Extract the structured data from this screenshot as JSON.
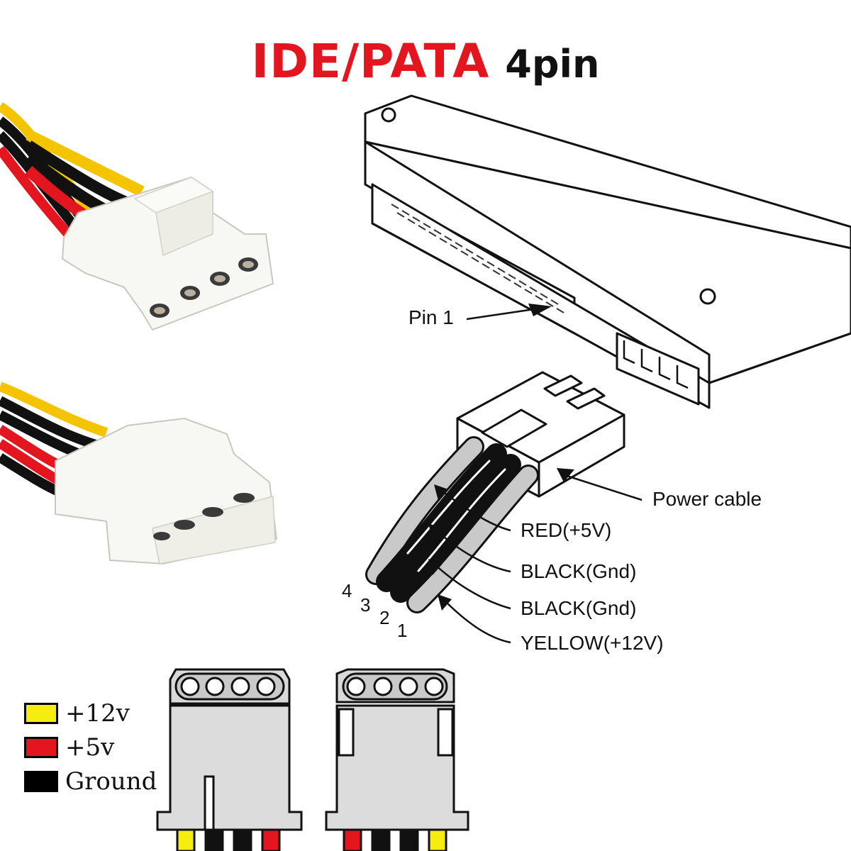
{
  "title": {
    "main": "IDE/PATA",
    "sub": "4pin"
  },
  "diagram": {
    "pin1_label": "Pin 1",
    "power_cable_label": "Power cable",
    "wire_labels": [
      {
        "text": "RED(+5V)"
      },
      {
        "text": "BLACK(Gnd)"
      },
      {
        "text": "BLACK(Gnd)"
      },
      {
        "text": "YELLOW(+12V)"
      }
    ],
    "pin_numbers": [
      "4",
      "3",
      "2",
      "1"
    ]
  },
  "legend": [
    {
      "label": "+12v",
      "color": "#f5ec10"
    },
    {
      "label": "+5v",
      "color": "#e3161f"
    },
    {
      "label": "Ground",
      "color": "#000000"
    }
  ],
  "colors": {
    "yellow": "#f5c400",
    "red": "#e3161f",
    "black": "#111111",
    "connector_white": "#f4f4f0",
    "connector_gray": "#e2e2e2"
  }
}
